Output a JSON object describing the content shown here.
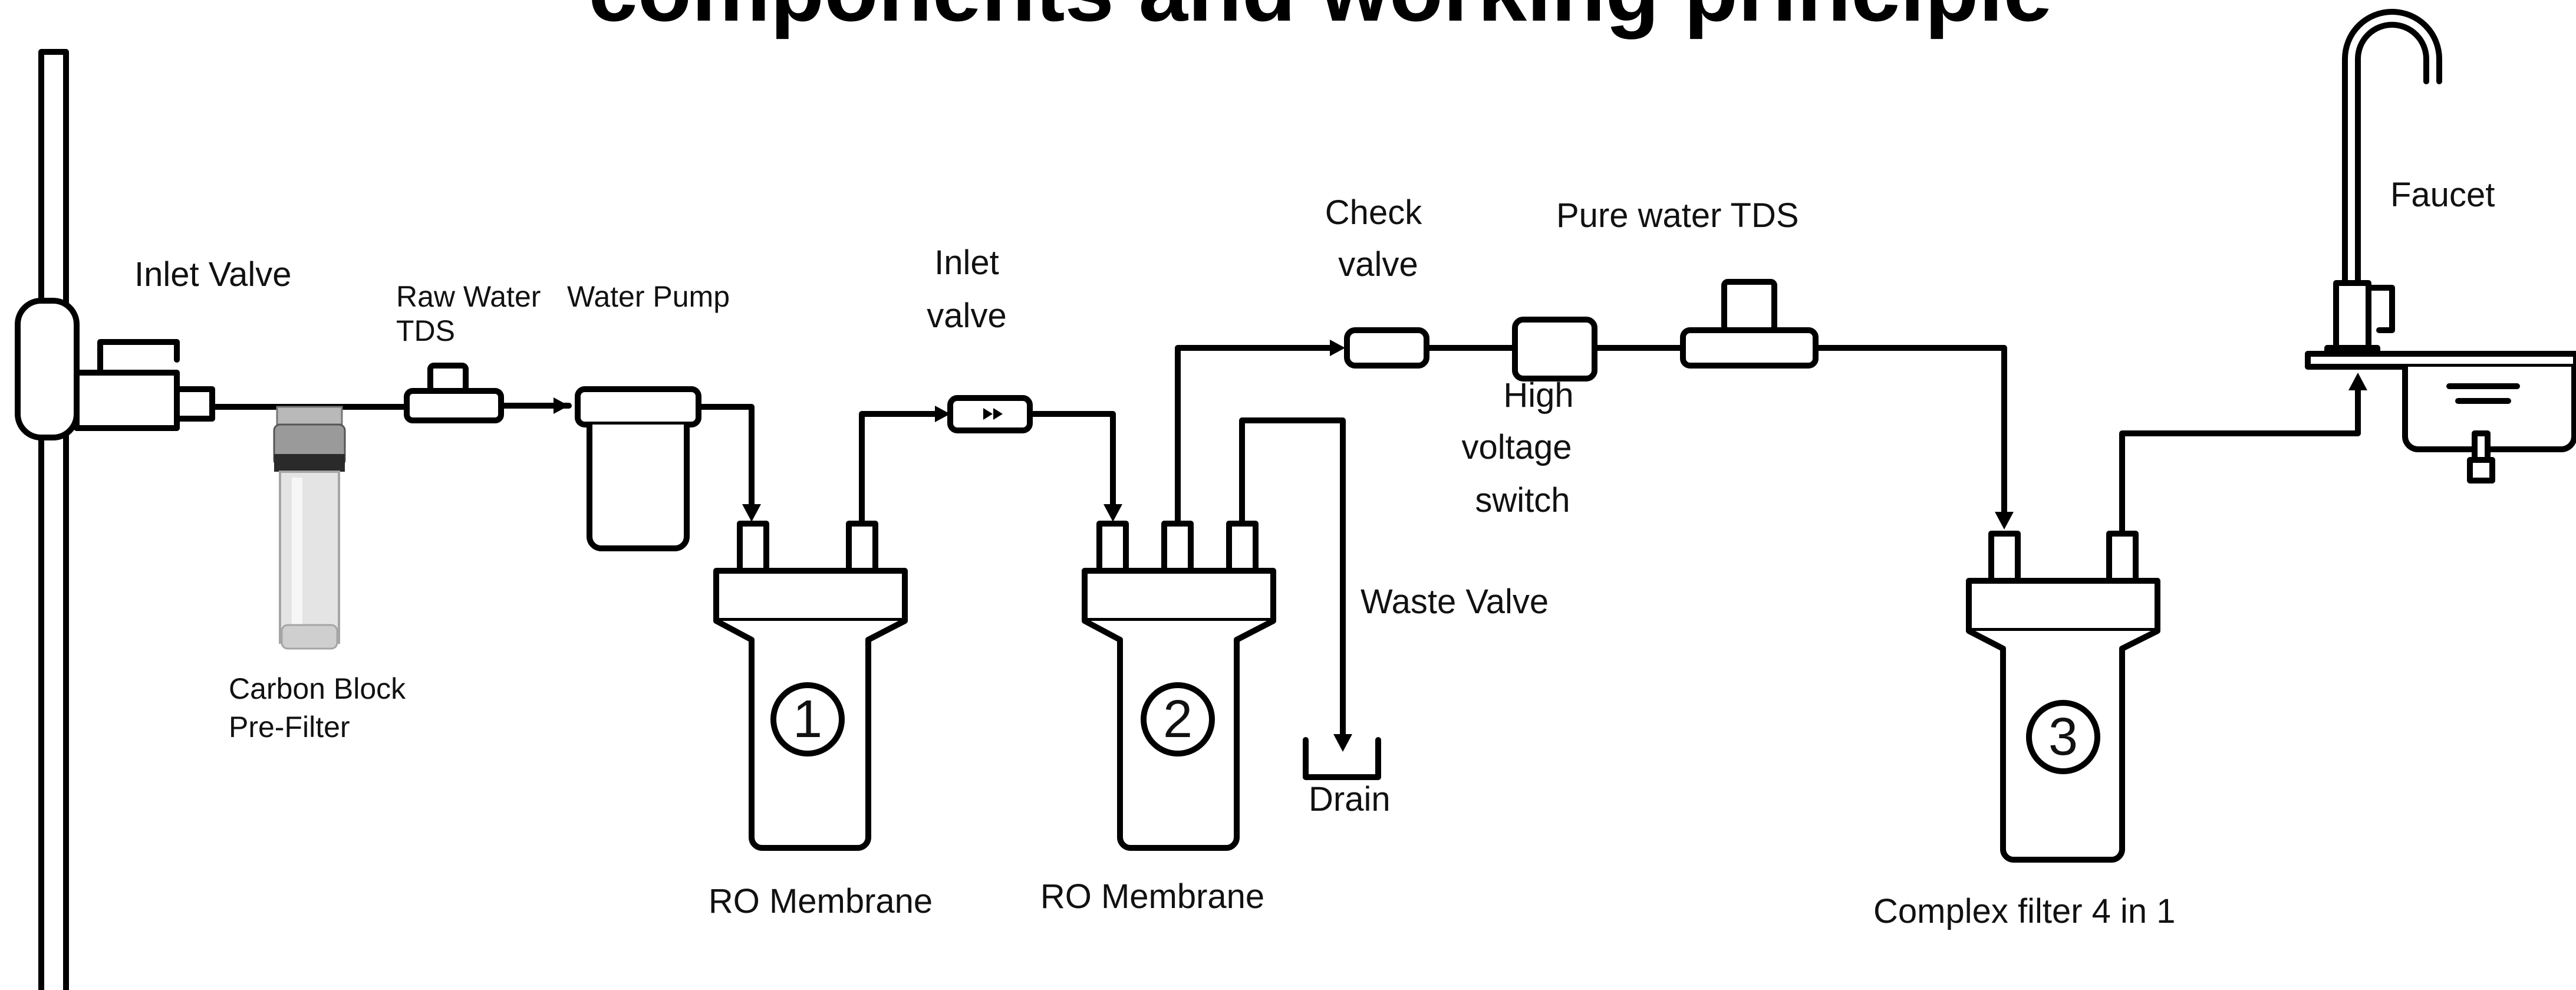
{
  "title": "components and working principle",
  "labels": {
    "inlet_valve": "Inlet Valve",
    "raw_water_tds_1": "Raw Water",
    "raw_water_tds_2": "TDS",
    "water_pump": "Water Pump",
    "carbon_block_1": "Carbon Block",
    "carbon_block_2": "Pre-Filter",
    "inlet_valve2_1": "Inlet",
    "inlet_valve2_2": "valve",
    "check_valve_1": "Check",
    "check_valve_2": "valve",
    "pure_water_tds": "Pure water TDS",
    "high_voltage_1": "High",
    "high_voltage_2": "voltage",
    "high_voltage_3": "switch",
    "waste_valve": "Waste Valve",
    "drain": "Drain",
    "ro_membrane_1": "RO Membrane",
    "ro_membrane_2": "RO Membrane",
    "complex_filter": "Complex  filter 4 in 1",
    "faucet": "Faucet"
  },
  "filters": {
    "f1_number": "1",
    "f2_number": "2",
    "f3_number": "3"
  },
  "colors": {
    "line": "#000000",
    "background": "#ffffff",
    "prefilter_body": "#d8d8d8"
  }
}
